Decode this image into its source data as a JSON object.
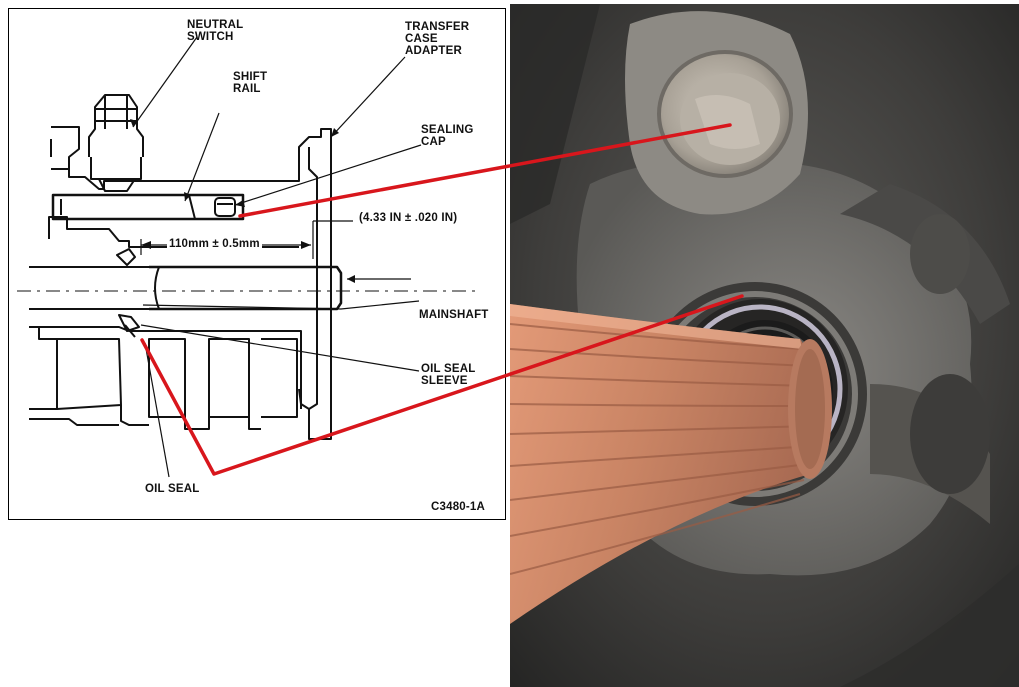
{
  "diagram": {
    "labels": {
      "neutral_switch": "NEUTRAL\nSWITCH",
      "shift_rail": "SHIFT\nRAIL",
      "transfer_case_adapter": "TRANSFER\nCASE\nADAPTER",
      "sealing_cap": "SEALING\nCAP",
      "dimension_in": "(4.33 IN ± .020 IN)",
      "dimension_mm": "110mm ± 0.5mm",
      "mainshaft": "MAINSHAFT",
      "oil_seal_sleeve": "OIL SEAL\nSLEEVE",
      "oil_seal": "OIL SEAL",
      "figure_code": "C3480-1A"
    }
  },
  "colors": {
    "callout_line": "#d8161c",
    "diagram_ink": "#111111",
    "photo_casting": "#6e6d6b",
    "photo_shaft": "#c9876a"
  }
}
